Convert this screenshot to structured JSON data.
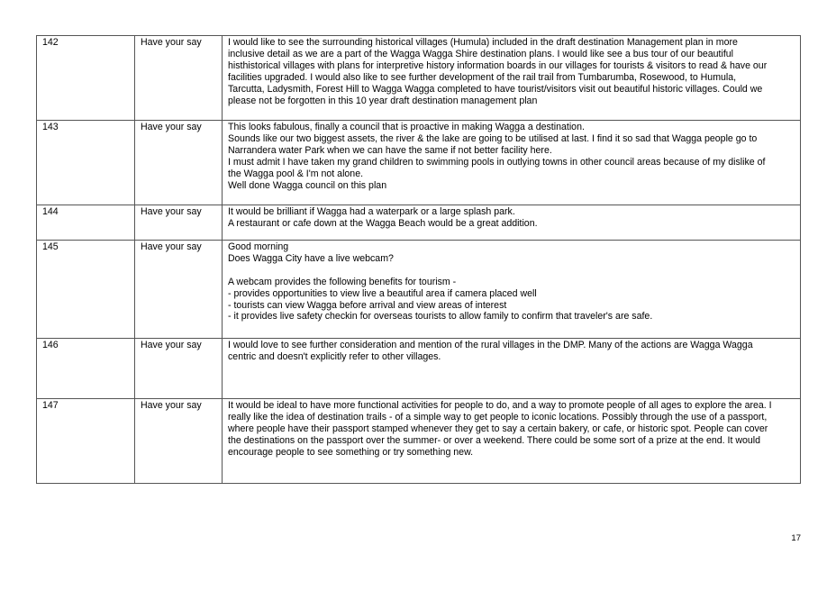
{
  "rows": [
    {
      "id": "142",
      "source": "Have your say",
      "lines": [
        "I would like to see the surrounding historical villages (Humula) included in the draft destination Management plan in more",
        "inclusive detail as we are a part of the Wagga Wagga Shire destination plans.  I would like see a bus tour of our beautiful",
        "histhistorical villages with plans for interpretive history information boards in our villages for tourists & visitors to read & have our",
        "facilities upgraded. I would also like to see further development of the rail trail from Tumbarumba, Rosewood, to Humula,",
        "Tarcutta, Ladysmith, Forest Hill to Wagga Wagga completed to have tourist/visitors visit out beautiful historic villages. Could we",
        "please not be forgotten in this 10 year draft destination management plan"
      ]
    },
    {
      "id": "143",
      "source": "Have your say",
      "lines": [
        "This looks fabulous, finally a council that is proactive in making Wagga a destination.",
        "Sounds like our two biggest assets, the river & the lake are going to be utilised at last. I find it so sad that Wagga people go to",
        "Narrandera water Park when we can have the same if not better facility here.",
        "I must admit I have taken my grand children to swimming pools in outlying towns in other council areas because of my dislike of",
        "the Wagga pool & I'm not alone.",
        "Well done Wagga council on this plan"
      ]
    },
    {
      "id": "144",
      "source": "Have your say",
      "lines": [
        "It would be brilliant if Wagga had a waterpark or a large splash park.",
        "A restaurant or cafe down at the Wagga Beach would be a great addition."
      ]
    },
    {
      "id": "145",
      "source": "Have your say",
      "lines": [
        "Good morning",
        "Does Wagga City have a live webcam?",
        "",
        "A webcam provides the following benefits for tourism -",
        "- provides opportunities to view live a beautiful area if camera placed well",
        "- tourists can view Wagga before arrival and view areas of interest",
        "- it provides live safety checkin for overseas tourists to allow family to confirm that traveler's are safe."
      ]
    },
    {
      "id": "146",
      "source": "Have your say",
      "lines": [
        "I would love to see further consideration and mention of the rural villages in the DMP. Many of the actions are Wagga Wagga",
        "centric and doesn't explicitly refer to other villages."
      ]
    },
    {
      "id": "147",
      "source": "Have your say",
      "lines": [
        "It would be ideal to have more functional activities for people to do, and a way to promote people of all ages to explore the area. I",
        "really like the idea of destination trails - of a simple way to get people to iconic locations. Possibly through the use of a passport,",
        "where people have their passport  stamped whenever they get to say a certain bakery, or cafe, or historic spot. People can cover",
        "the destinations on the passport over the summer- or over a weekend. There could  be some sort of a prize at the end. It would",
        "encourage people to see something or try something new."
      ]
    }
  ],
  "page_number": "17"
}
